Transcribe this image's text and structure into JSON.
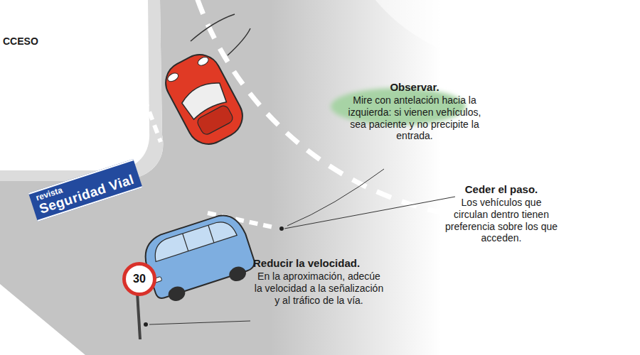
{
  "diagram": {
    "labels": [
      "CCESO",
      "revista",
      "Seguridad Vial",
      "Observar.",
      "Mire con antelación hacia la izquierda: si vienen vehículos, sea paciente y no precipite la entrada.",
      "Ceder el paso.",
      "Los vehículos que circulan dentro tienen preferencia sobre los que acceden.",
      "Reducir la velocidad.",
      "En la aproximación, adecúe la velocidad a la señalización y al tráfico de la vía.",
      "30"
    ]
  }
}
